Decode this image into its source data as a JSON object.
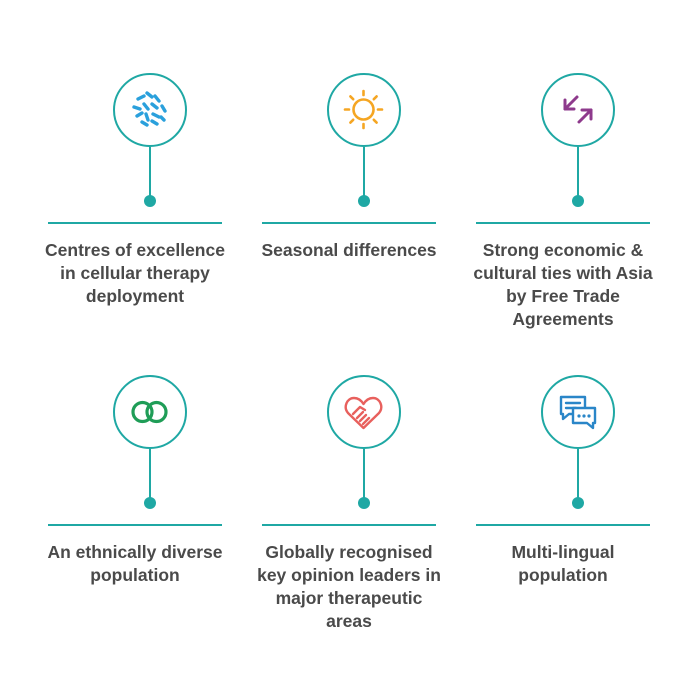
{
  "items": [
    {
      "label": "Centres of excellence in cellular therapy deployment",
      "icon": "bacteria-icon",
      "color": "#2aa0dc"
    },
    {
      "label": "Seasonal differences",
      "icon": "sun-icon",
      "color": "#f5a623"
    },
    {
      "label": "Strong economic & cultural ties with Asia by Free Trade Agreements",
      "icon": "exchange-arrows-icon",
      "color": "#8e3a8c"
    },
    {
      "label": "An ethnically diverse population",
      "icon": "interlocking-rings-icon",
      "color": "#1f9d57"
    },
    {
      "label": "Globally recognised key opinion leaders in major therapeutic areas",
      "icon": "heart-hands-icon",
      "color": "#e8605d"
    },
    {
      "label": "Multi-lingual population",
      "icon": "chat-bubbles-icon",
      "color": "#2a86c8"
    }
  ],
  "accent_color": "#1fa8a4"
}
